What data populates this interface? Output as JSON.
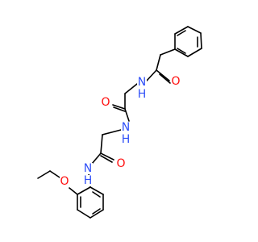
{
  "atom_labels": {
    "amide_n_top": "N",
    "amide_o_top": "O",
    "amide_o_middle": "O",
    "amide_n_middle": "N",
    "amide_n_bottom": "N",
    "amide_o_bottom": "O",
    "ether_o": "O"
  },
  "implicit_h_label": "H",
  "colors": {
    "bond": "#000000",
    "nitrogen": "#3050F8",
    "oxygen": "#FF0D0D"
  }
}
